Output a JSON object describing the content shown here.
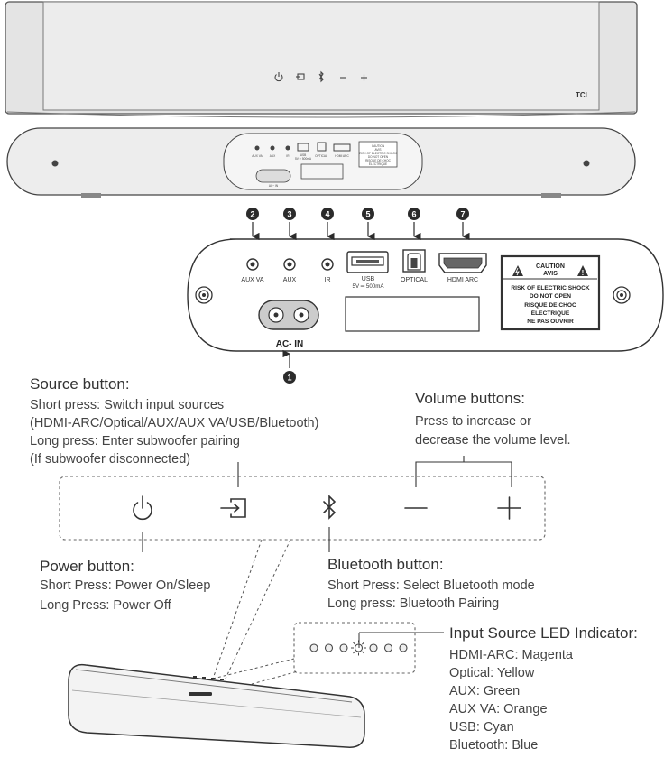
{
  "brand": "TCL",
  "top_panel_icons": [
    "power-icon",
    "source-icon",
    "bluetooth-icon",
    "minus-icon",
    "plus-icon"
  ],
  "rear_small": {
    "port_labels": [
      "AUX VA",
      "AUX",
      "IR",
      "USB",
      "OPTICAL",
      "HDMI ARC"
    ],
    "usb_spec": "5V ═ 500mA",
    "ac_label": "AC~ IN"
  },
  "rear": {
    "callouts": [
      {
        "num": "1",
        "port": "AC- IN"
      },
      {
        "num": "2",
        "port": "AUX VA"
      },
      {
        "num": "3",
        "port": "AUX"
      },
      {
        "num": "4",
        "port": "IR"
      },
      {
        "num": "5",
        "port": "USB"
      },
      {
        "num": "6",
        "port": "OPTICAL"
      },
      {
        "num": "7",
        "port": "HDMI ARC"
      }
    ],
    "usb_spec": "5V ═ 500mA",
    "caution": {
      "title1": "CAUTION",
      "title2": "AVIS",
      "lines": [
        "RISK OF ELECTRIC SHOCK",
        "DO NOT OPEN",
        "RISQUE DE CHOC",
        "ÉLECTRIQUE",
        "NE PAS OUVRIR"
      ]
    }
  },
  "source_button": {
    "title": "Source button:",
    "lines": [
      "Short press: Switch input sources",
      "(HDMI-ARC/Optical/AUX/AUX VA/USB/Bluetooth)",
      "Long press: Enter subwoofer pairing",
      "(If subwoofer disconnected)"
    ]
  },
  "volume_buttons": {
    "title": "Volume buttons:",
    "lines": [
      "Press to increase or",
      "decrease the volume level."
    ]
  },
  "power_button": {
    "title": "Power button:",
    "lines": [
      "Short Press: Power On/Sleep",
      "Long Press: Power Off"
    ]
  },
  "bluetooth_button": {
    "title": "Bluetooth button:",
    "lines": [
      "Short Press: Select Bluetooth mode",
      "Long press: Bluetooth Pairing"
    ]
  },
  "led_indicator": {
    "title": "Input Source LED Indicator:",
    "lines": [
      "HDMI-ARC: Magenta",
      "Optical: Yellow",
      "AUX: Green",
      "AUX VA: Orange",
      "USB: Cyan",
      "Bluetooth: Blue"
    ],
    "led_count": 7,
    "active_index": 3
  },
  "colors": {
    "stroke": "#3a3a3a",
    "panel_fill": "#e6e6e6",
    "callout": "#2b2b2b"
  }
}
